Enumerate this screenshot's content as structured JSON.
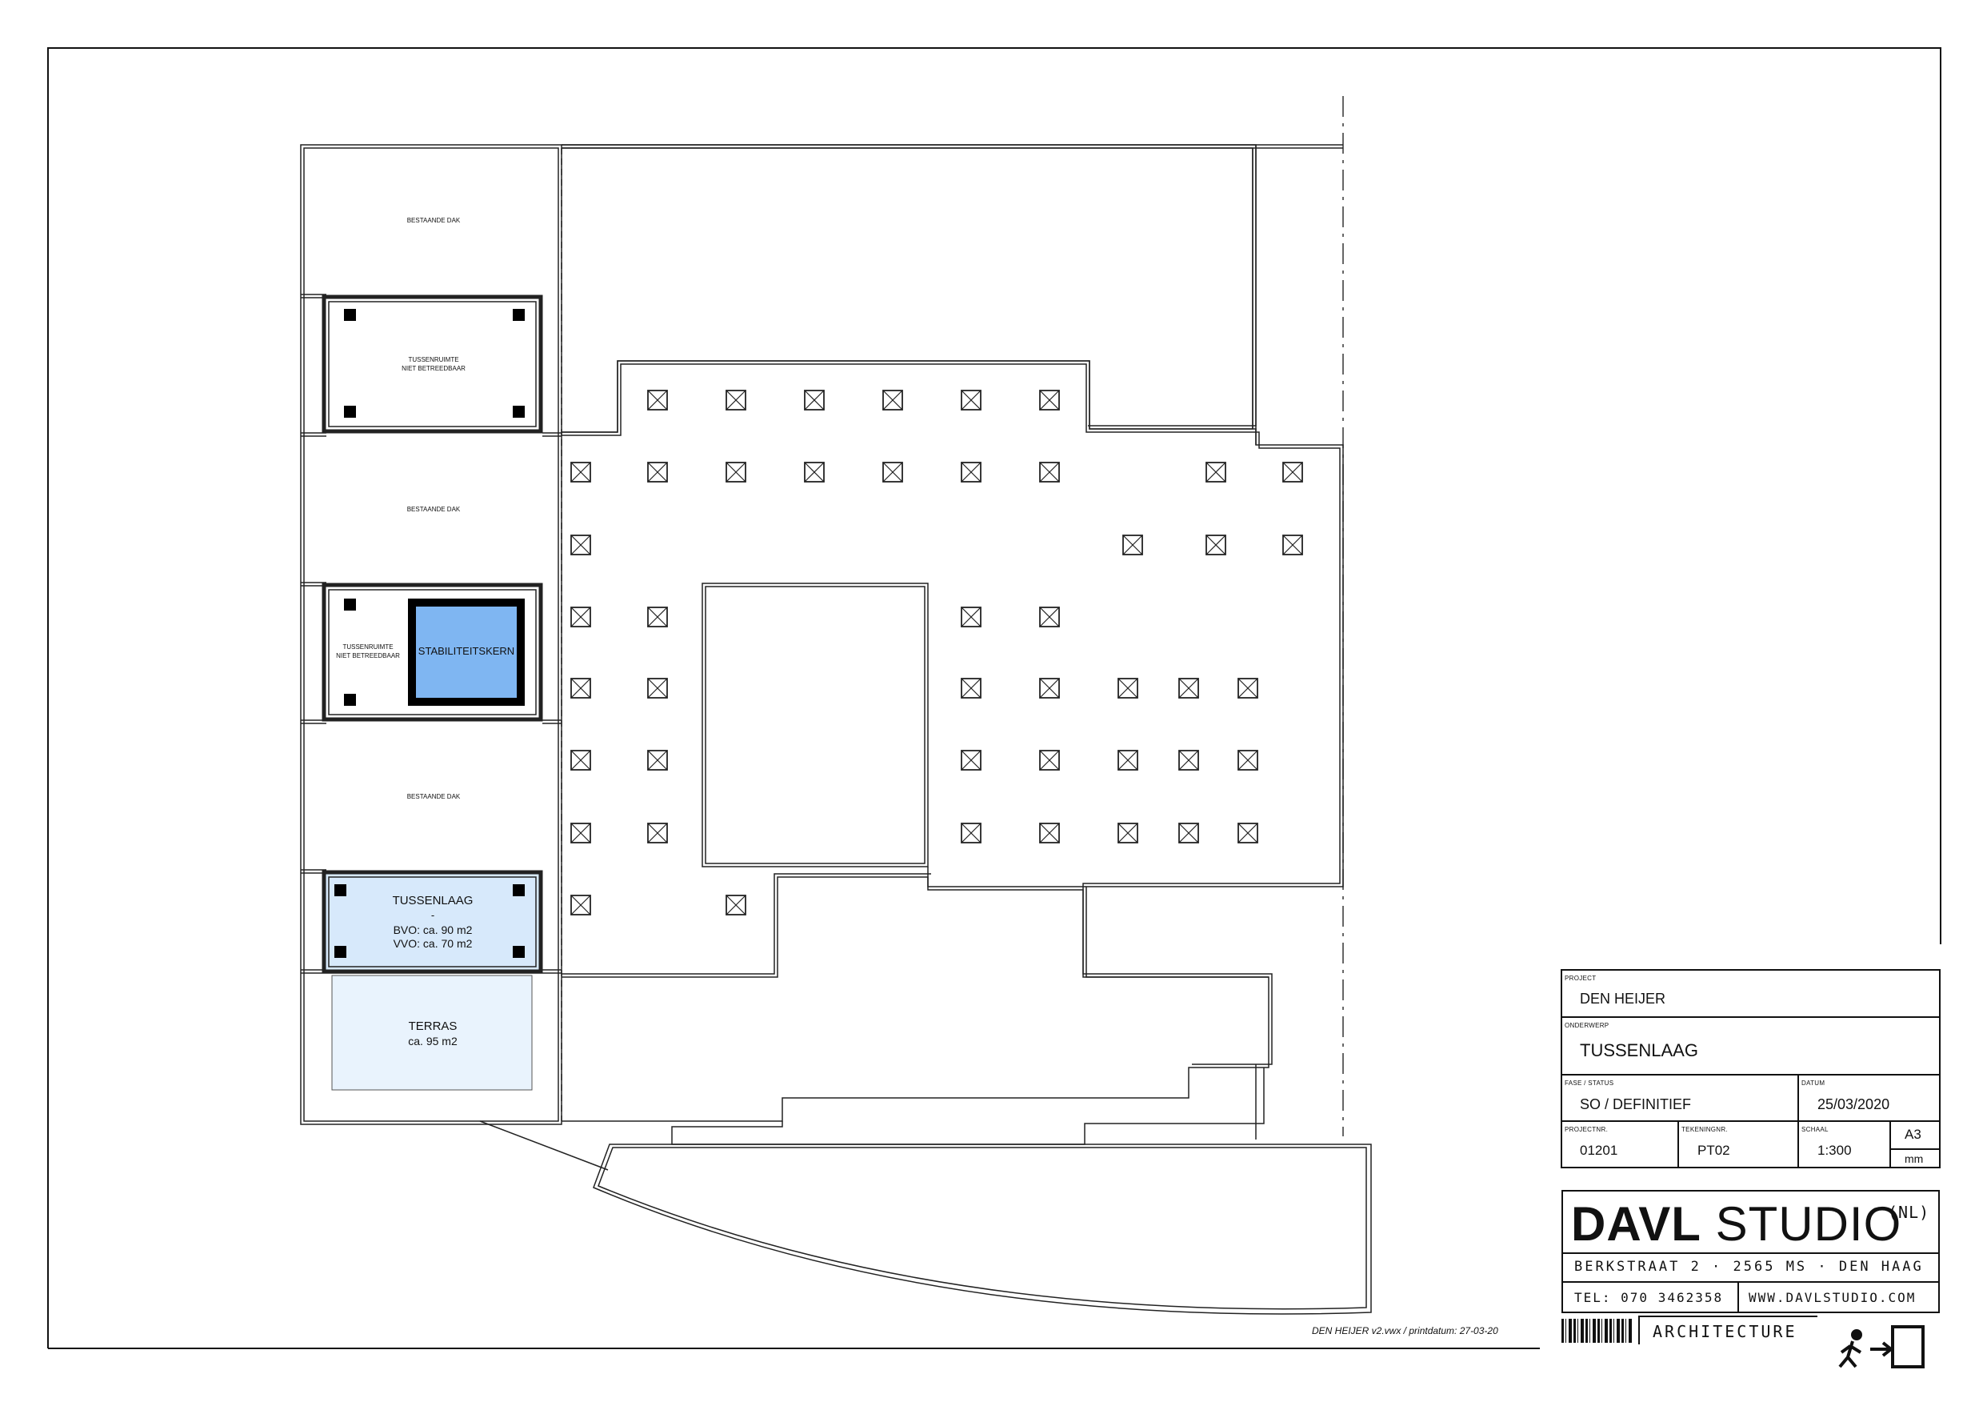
{
  "drawing": {
    "labels": {
      "bestaande_dak_1": "BESTAANDE DAK",
      "bestaande_dak_2": "BESTAANDE DAK",
      "bestaande_dak_3": "BESTAANDE DAK",
      "tussenruimte_1_line1": "TUSSENRUIMTE",
      "tussenruimte_1_line2": "NIET BETREEDBAAR",
      "tussenruimte_2_line1": "TUSSENRUIMTE",
      "tussenruimte_2_line2": "NIET BETREEDBAAR",
      "stabiliteitskern": "STABILITEITSKERN",
      "tussenlaag_title": "TUSSENLAAG",
      "tussenlaag_dash": "-",
      "tussenlaag_bvo": "BVO: ca. 90 m2",
      "tussenlaag_vvo": "VVO: ca. 70 m2",
      "terras_title": "TERRAS",
      "terras_area": "ca. 95 m2"
    },
    "colors": {
      "stabiliteitskern": "#7fb6f2",
      "tussenlaag": "#d7e9fb",
      "terras": "#e9f3fd",
      "line": "#111111"
    },
    "print_line": "DEN HEIJER v2.vwx  /  printdatum: 27-03-20"
  },
  "title_block": {
    "project_label": "PROJECT",
    "project_value": "DEN HEIJER",
    "onderwerp_label": "ONDERWERP",
    "onderwerp_value": "TUSSENLAAG",
    "fase_label": "FASE / STATUS",
    "fase_value": "SO / DEFINITIEF",
    "datum_label": "DATUM",
    "datum_value": "25/03/2020",
    "projectnr_label": "PROJECTNR.",
    "projectnr_value": "01201",
    "tekeningnr_label": "TEKENINGNR.",
    "tekeningnr_value": "PT02",
    "schaal_label": "SCHAAL",
    "schaal_value": "1:300",
    "format_value": "A3",
    "unit_value": "mm"
  },
  "studio": {
    "name_bold": "DAVL",
    "name_light": "STUDIO",
    "country": "(NL)",
    "address": "BERKSTRAAT 2 · 2565 MS · DEN HAAG",
    "tel": "TEL: 070 3462358",
    "web": "WWW.DAVLSTUDIO.COM",
    "tagline": "ARCHITECTURE"
  }
}
